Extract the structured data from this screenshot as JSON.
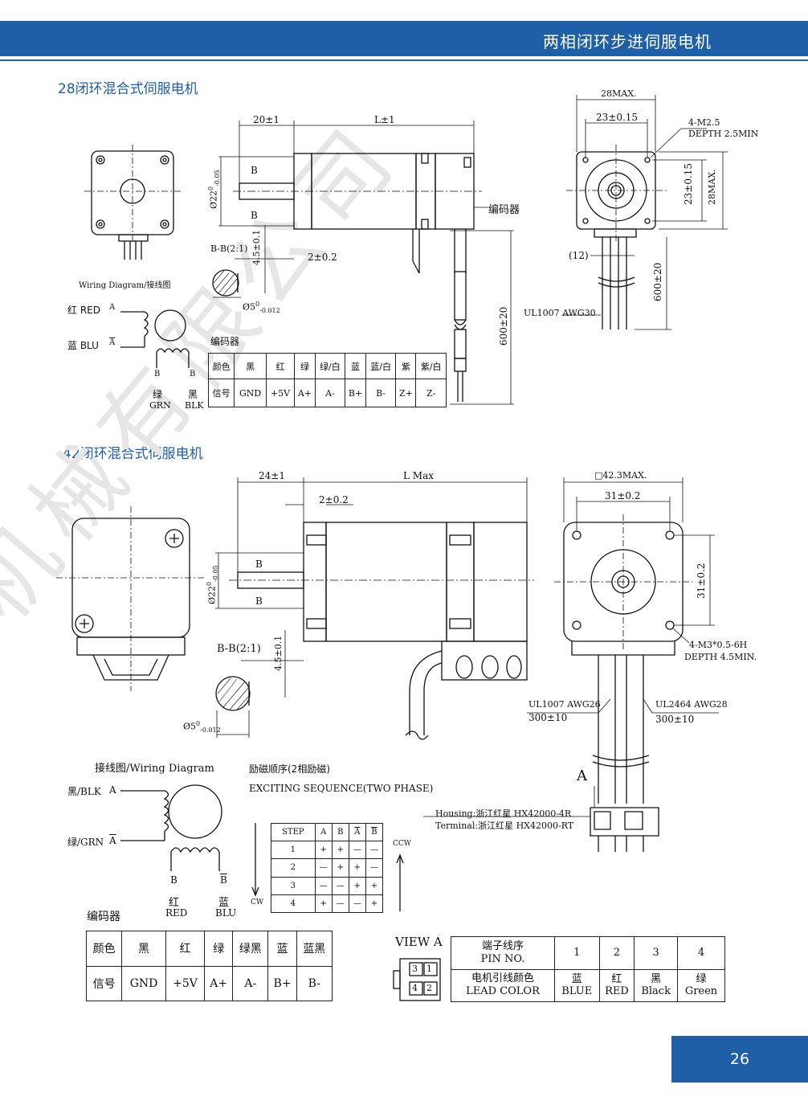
{
  "header": {
    "title": "两相闭环步进伺服电机"
  },
  "page_number": "26",
  "watermark": "机械有限公司",
  "section28": {
    "title": "28闭环混合式伺服电机",
    "wiring_title": "Wiring  Diagram/接线图",
    "red": "红 RED",
    "blu": "蓝 BLU",
    "a": "A",
    "abar": "A",
    "b": "B",
    "grn": "绿\nGRN",
    "grn_cn": "绿",
    "grn_en": "GRN",
    "blk_cn": "黑",
    "blk_en": "BLK",
    "encoder_label": "编码器",
    "encoder_table": {
      "row1": [
        "颜色",
        "黑",
        "红",
        "绿",
        "绿/白",
        "蓝",
        "蓝/白",
        "紫",
        "紫/白"
      ],
      "row2": [
        "信号",
        "GND",
        "+5V",
        "A+",
        "A-",
        "B+",
        "B-",
        "Z+",
        "Z-"
      ]
    },
    "dims": {
      "d1": "20±1",
      "d2": "L±1",
      "d3": "28MAX.",
      "d4": "23±0.15",
      "d5": "4-M2.5",
      "d6": "DEPTH 2.5MIN",
      "d7": "23±0.15",
      "d8": "28MAX.",
      "d9": "(12)",
      "d10": "600±20",
      "d11": "UL1007 AWG30",
      "d12": "600±20",
      "d13": "2±0.2",
      "d14": "4.5±0.1",
      "d15": "B-B(2:1)",
      "d16": "Ø5",
      "d16_sup": "0",
      "d16_sub": "-0.012",
      "d17": "Ø22",
      "d17_sup": "0",
      "d17_sub": "-0.05",
      "encoder_callout": "编码器",
      "b": "B"
    }
  },
  "section42": {
    "title": "42闭环混合式伺服电机",
    "wiring_title": "接线图/Wiring  Diagram",
    "blk": "黑/BLK",
    "grn": "绿/GRN",
    "a": "A",
    "abar": "A",
    "b": "B",
    "red_cn": "红",
    "red_en": "RED",
    "blu_cn": "蓝",
    "blu_en": "BLU",
    "exciting_cn": "励磁顺序(2相励磁)",
    "exciting_en": "EXCITING SEQUENCE(TWO PHASE)",
    "cw": "CW",
    "ccw": "CCW",
    "step_table": {
      "head": [
        "STEP",
        "A",
        "B",
        "A",
        "B"
      ],
      "rows": [
        [
          "1",
          "+",
          "+",
          "—",
          "—"
        ],
        [
          "2",
          "—",
          "+",
          "+",
          "—"
        ],
        [
          "3",
          "—",
          "—",
          "+",
          "+"
        ],
        [
          "4",
          "+",
          "—",
          "—",
          "+"
        ]
      ]
    },
    "encoder_label": "编码器",
    "encoder_table": {
      "row1": [
        "颜色",
        "黑",
        "红",
        "绿",
        "绿黑",
        "蓝",
        "蓝黑"
      ],
      "row2": [
        "信号",
        "GND",
        "+5V",
        "A+",
        "A-",
        "B+",
        "B-"
      ]
    },
    "view_a": "VIEW A",
    "connector_pins": [
      "3",
      "1",
      "4",
      "2"
    ],
    "pin_table": {
      "h1": "端子线序",
      "h2": "PIN NO.",
      "l1": "电机引线颜色",
      "l2": "LEAD COLOR",
      "pins": [
        "1",
        "2",
        "3",
        "4"
      ],
      "colors_cn": [
        "蓝",
        "红",
        "黑",
        "绿"
      ],
      "colors_en": [
        "BLUE",
        "RED",
        "Black",
        "Green"
      ]
    },
    "dims": {
      "d1": "24±1",
      "d2": "L Max",
      "d3": "2±0.2",
      "d4": "□42.3MAX.",
      "d5": "31±0.2",
      "d6": "31±0.2",
      "d7": "4-M3*0.5-6H",
      "d8": "DEPTH 4.5MIN.",
      "d9": "UL1007 AWG26",
      "d10": "300±10",
      "d11": "UL2464 AWG28",
      "d12": "300±10",
      "d13": "A",
      "d14": "Housing:浙江红星 HX42000-4R",
      "d15": "Terminal:浙江红星 HX42000-RT",
      "d16": "4.5±0.1",
      "d17": "B-B(2:1)",
      "d18": "Ø5",
      "d18_sup": "0",
      "d18_sub": "-0.012",
      "d19": "Ø22",
      "d19_sup": "0",
      "d19_sub": "-0.05",
      "b": "B"
    }
  }
}
